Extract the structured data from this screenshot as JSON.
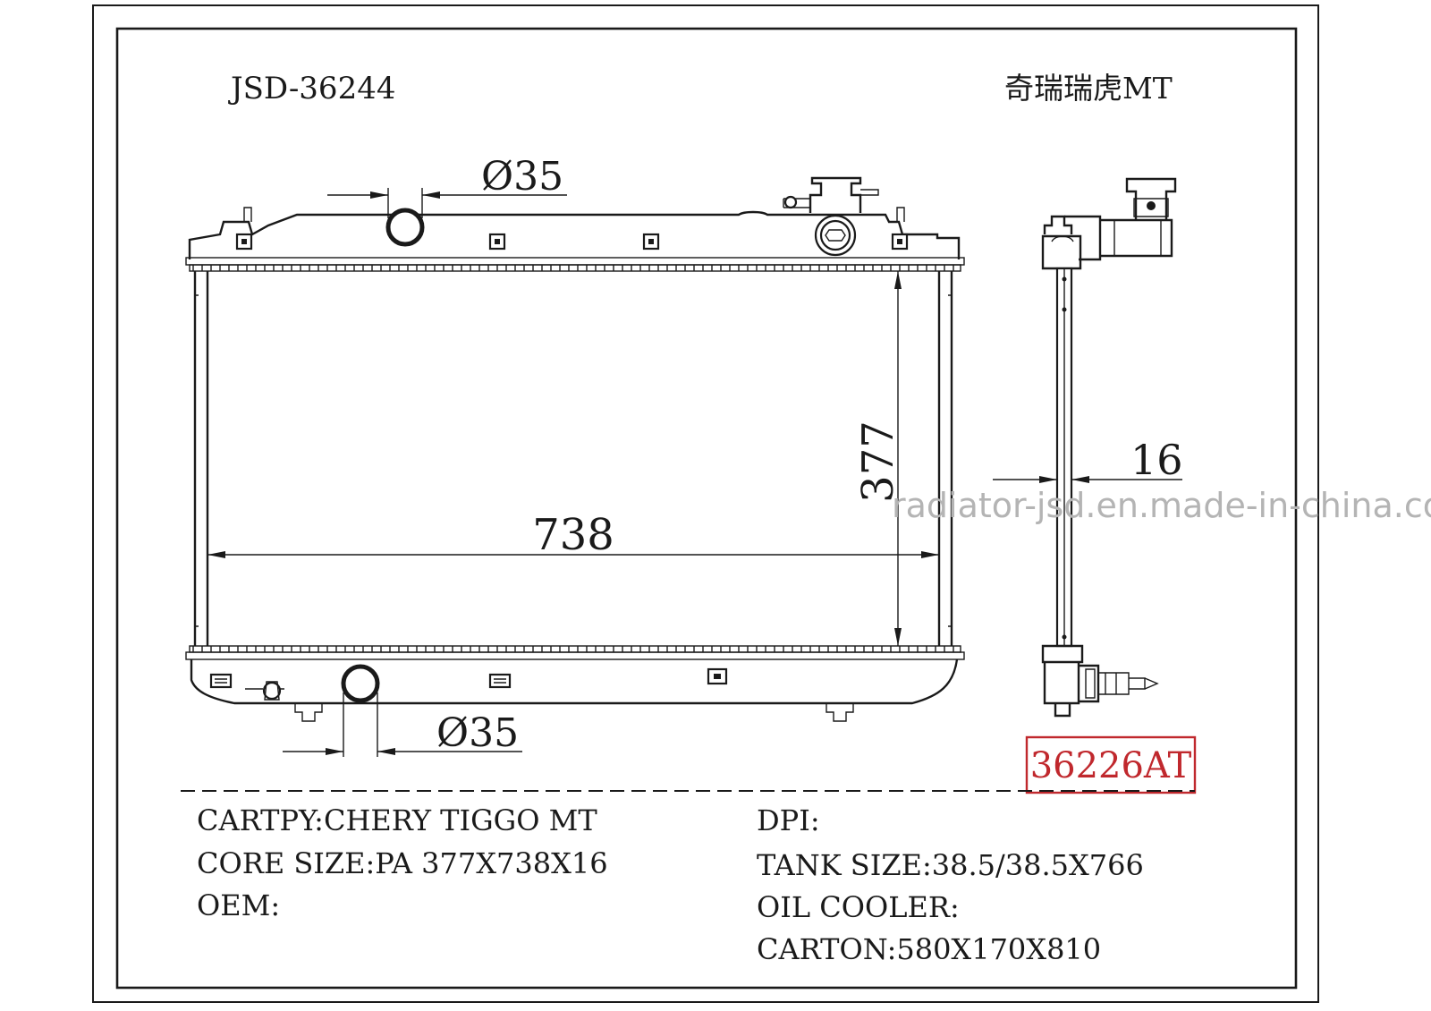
{
  "header": {
    "part_number": "JSD-36244",
    "model_cn": "奇瑞瑞虎MT"
  },
  "dimensions": {
    "inlet_diameter": "Ø35",
    "outlet_diameter": "Ø35",
    "core_width": "738",
    "core_height": "377",
    "core_thickness": "16"
  },
  "watermark": "radiator-jsd.en.made-in-china.com",
  "cross_ref": {
    "code": "36226AT",
    "color": "#c0282d"
  },
  "specs_left": [
    "CARTPY:CHERY TIGGO MT",
    "CORE SIZE:PA 377X738X16",
    "OEM:"
  ],
  "specs_right": [
    "DPI:",
    "TANK SIZE:38.5/38.5X766",
    "OIL COOLER:",
    "CARTON:580X170X810"
  ]
}
